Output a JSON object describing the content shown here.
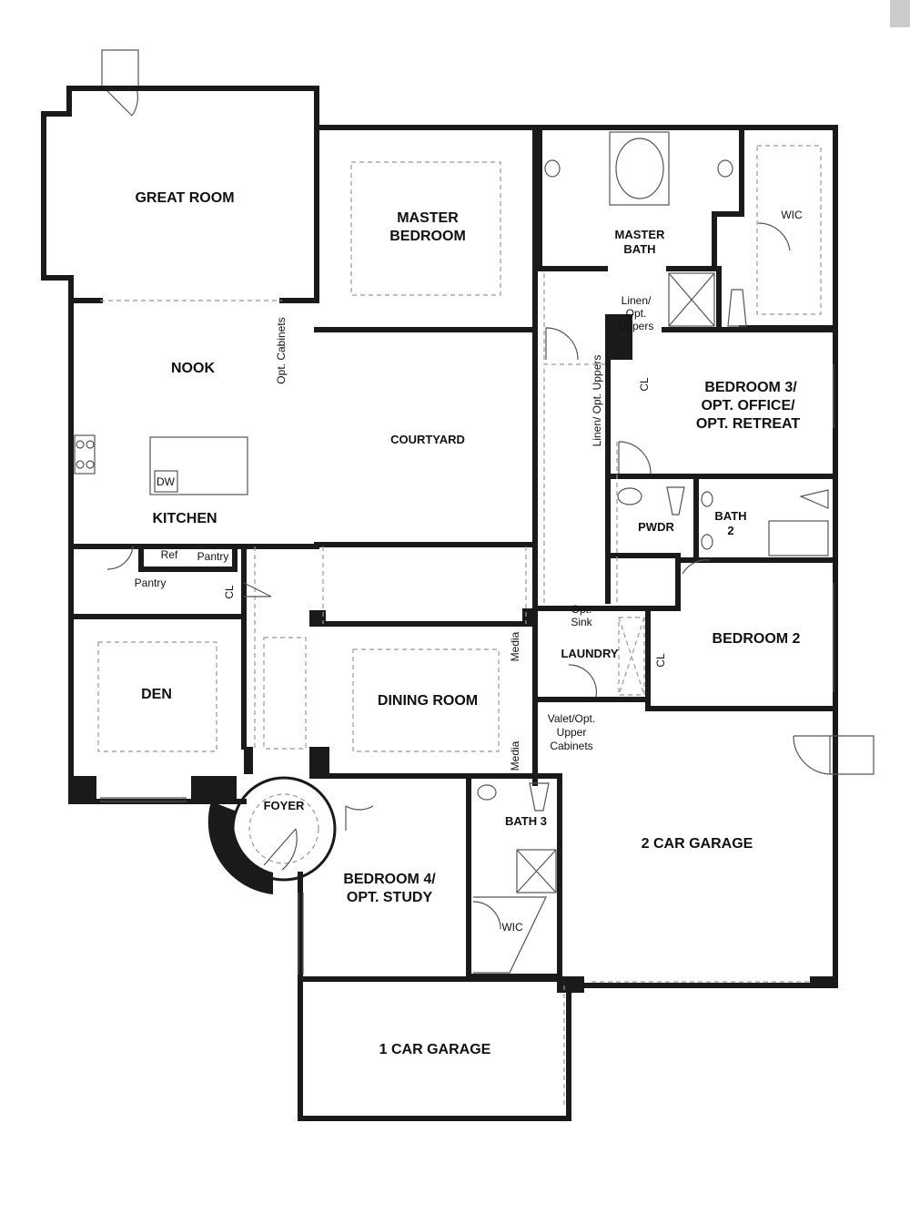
{
  "rooms": {
    "great_room": "GREAT ROOM",
    "master_bedroom_1": "MASTER",
    "master_bedroom_2": "BEDROOM",
    "master_bath_1": "MASTER",
    "master_bath_2": "BATH",
    "wic_master": "WIC",
    "nook": "NOOK",
    "opt_cabinets": "Opt. Cabinets",
    "courtyard": "COURTYARD",
    "linen_1": "Linen/",
    "linen_2": "Opt.",
    "linen_3": "Uppers",
    "linen_b": "Linen/ Opt. Uppers",
    "cl": "CL",
    "bedroom3_1": "BEDROOM 3/",
    "bedroom3_2": "OPT. OFFICE/",
    "bedroom3_3": "OPT. RETREAT",
    "kitchen": "KITCHEN",
    "dw": "DW",
    "ref": "Ref",
    "pantry": "Pantry",
    "pwdr": "PWDR",
    "bath2_1": "BATH",
    "bath2_2": "2",
    "opt_sink_1": "Opt.",
    "opt_sink_2": "Sink",
    "laundry": "LAUNDRY",
    "media": "Media",
    "bedroom2": "BEDROOM 2",
    "den": "DEN",
    "dining_room": "DINING ROOM",
    "valet_1": "Valet/Opt.",
    "valet_2": "Upper",
    "valet_3": "Cabinets",
    "foyer": "FOYER",
    "bath3": "BATH 3",
    "bedroom4_1": "BEDROOM 4/",
    "bedroom4_2": "OPT. STUDY",
    "wic_bed4": "WIC",
    "two_car_garage": "2 CAR GARAGE",
    "one_car_garage": "1 CAR GARAGE"
  }
}
